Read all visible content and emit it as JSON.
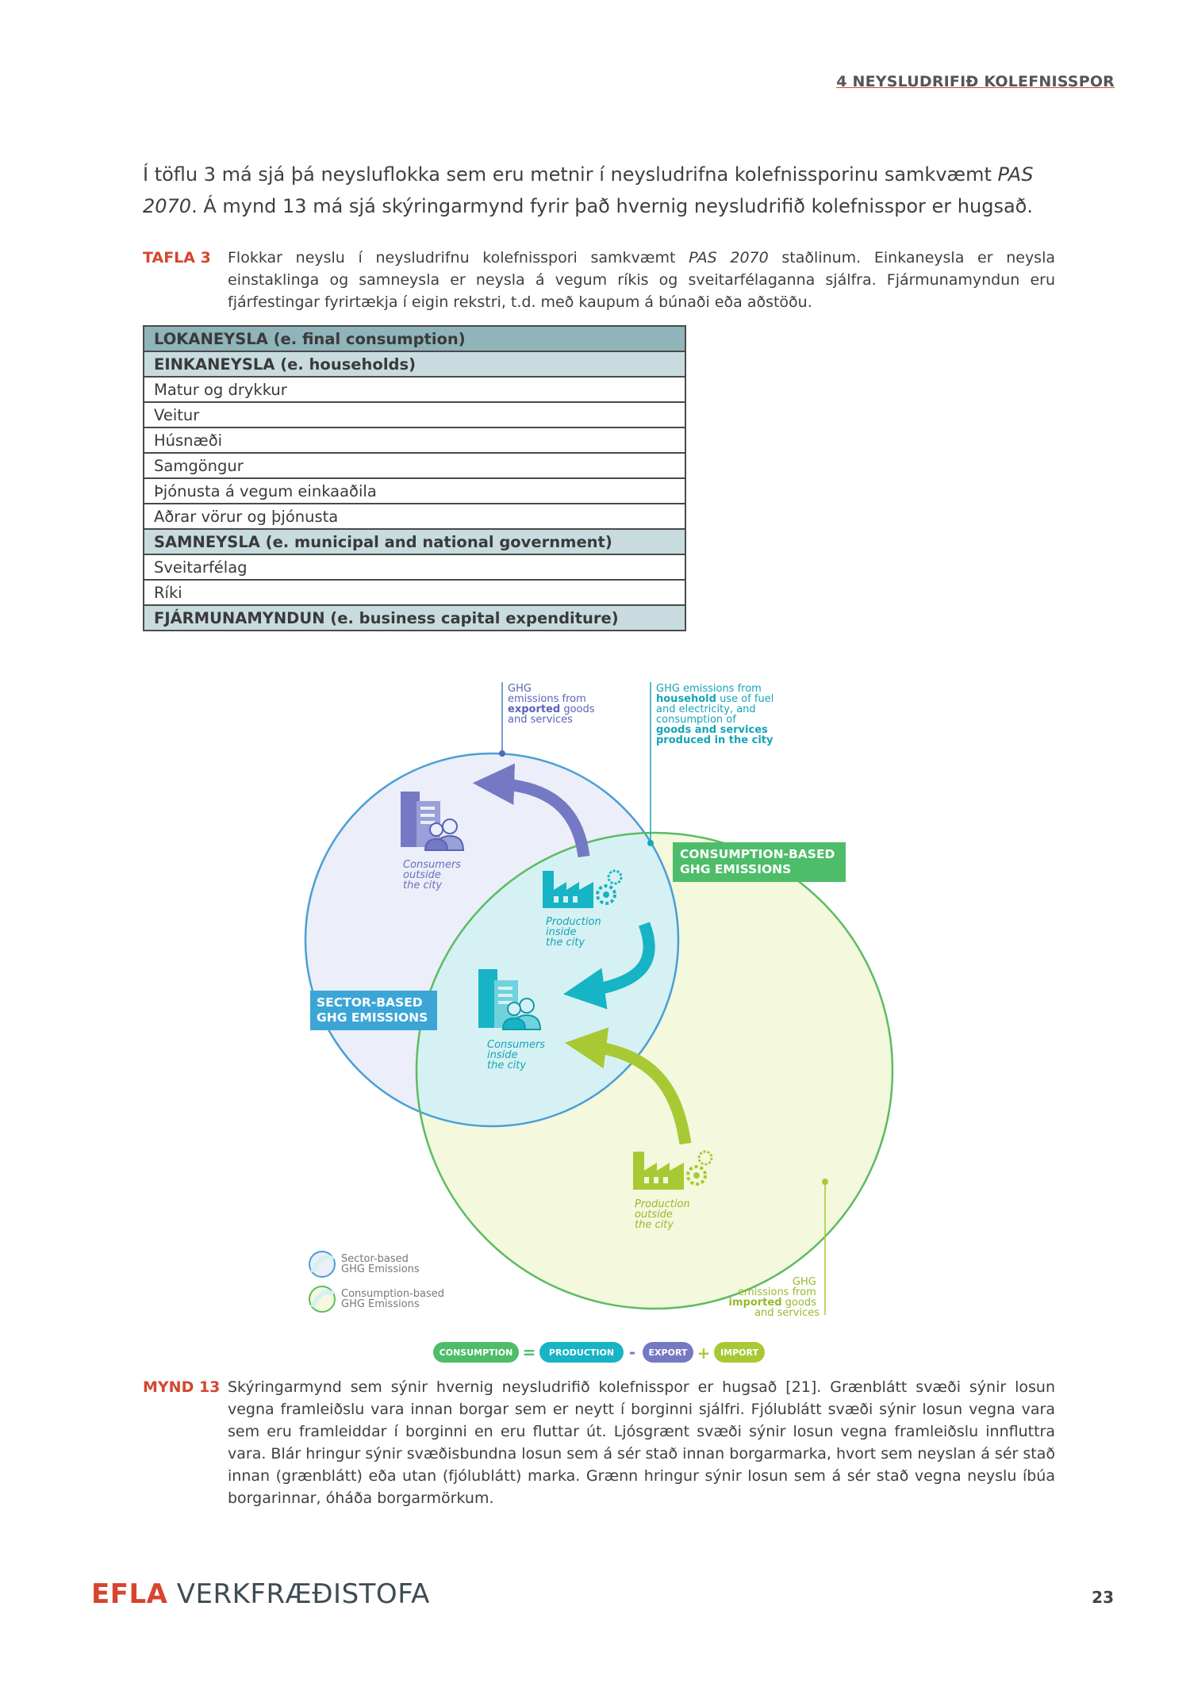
{
  "header": {
    "chapter": "4  NEYSLUDRIFIÐ KOLEFNISSPOR"
  },
  "intro": {
    "part1": "Í töflu 3 má sjá þá neysluflokka sem eru metnir í neysludrifna kolefnissporinu samkvæmt ",
    "em1": "PAS 2070",
    "part2": ". Á mynd 13 má sjá skýringarmynd fyrir það hvernig neysludrifið kolefnisspor er hugsað."
  },
  "table_caption": {
    "label": "TAFLA 3",
    "part1": "Flokkar neyslu í neysludrifnu kolefnisspori samkvæmt ",
    "em": "PAS 2070",
    "part2": " staðlinum. Einkaneysla er neysla einstaklinga og samneysla er neysla á vegum ríkis og sveitarfélaganna sjálfra. Fjármunamyndun eru fjárfestingar fyrirtækja í eigin rekstri, t.d. með kaupum á búnaði eða aðstöðu."
  },
  "table": {
    "rows": [
      {
        "text": "LOKANEYSLA (e. final consumption)"
      },
      {
        "text": "EINKANEYSLA (e. households)"
      },
      {
        "text": "Matur og drykkur"
      },
      {
        "text": "Veitur"
      },
      {
        "text": "Húsnæði"
      },
      {
        "text": "Samgöngur"
      },
      {
        "text": "Þjónusta á vegum einkaaðila"
      },
      {
        "text": "Aðrar vörur og þjónusta"
      },
      {
        "text": "SAMNEYSLA (e. municipal and national government)"
      },
      {
        "text": "Sveitarfélag"
      },
      {
        "text": "Ríki"
      },
      {
        "text": "FJÁRMUNAMYNDUN (e. business capital expenditure)"
      }
    ]
  },
  "figure": {
    "exported": {
      "line1": "GHG",
      "line2": "emissions from",
      "line3a": "exported",
      "line3b": " goods",
      "line4": "and services"
    },
    "household": {
      "line1": "GHG emissions from",
      "line2a": "household",
      "line2b": " use of fuel",
      "line3": "and electricity, and",
      "line4": "consumption of",
      "line5": "goods and services",
      "line6": "produced in the city"
    },
    "consumption_box": {
      "line1": "CONSUMPTION-BASED",
      "line2": "GHG EMISSIONS"
    },
    "sector_box": {
      "line1": "SECTOR-BASED",
      "line2": "GHG EMISSIONS"
    },
    "consumers_outside": {
      "line1": "Consumers",
      "line2": "outside",
      "line3": "the city"
    },
    "production_inside": {
      "line1": "Production",
      "line2": "inside",
      "line3": "the city"
    },
    "consumers_inside": {
      "line1": "Consumers",
      "line2": "inside",
      "line3": "the city"
    },
    "production_outside": {
      "line1": "Production",
      "line2": "outside",
      "line3": "the city"
    },
    "imported": {
      "line1": "GHG",
      "line2": "emissions from",
      "line3a": "imported",
      "line3b": " goods",
      "line4": "and services"
    },
    "legend": {
      "sector": {
        "line1": "Sector-based",
        "line2": "GHG Emissions"
      },
      "consumption": {
        "line1": "Consumption-based",
        "line2": "GHG Emissions"
      }
    },
    "equation": {
      "consumption": "CONSUMPTION",
      "eq": "=",
      "production": "PRODUCTION",
      "minus": "-",
      "export": "EXPORT",
      "plus": "+",
      "import": "IMPORT"
    },
    "colors": {
      "blue_circle": "#4a9fd4",
      "green_circle": "#5dbb63",
      "sector_box": "#3ba6d6",
      "consumption_box": "#4ebd6a",
      "teal": "#16b4c4",
      "purple": "#7579c4",
      "lime": "#a8c934"
    }
  },
  "figure_caption": {
    "label": "MYND 13",
    "text": "Skýringarmynd sem sýnir hvernig neysludrifið kolefnisspor er hugsað [21]. Grænblátt svæði sýnir losun vegna framleiðslu vara innan borgar sem er neytt í borginni sjálfri. Fjólublátt svæði sýnir losun vegna vara sem eru framleiddar í borginni en eru fluttar út. Ljósgrænt svæði sýnir losun vegna framleiðslu innfluttra vara. Blár hringur sýnir svæðisbundna losun sem á sér stað innan borgarmarka, hvort sem neyslan á sér stað innan (grænblátt) eða utan (fjólublátt) marka. Grænn hringur sýnir losun sem á sér stað vegna neyslu íbúa borgarinnar, óháða borgarmörkum."
  },
  "footer": {
    "brand": "EFLA",
    "sub": " VERKFRÆÐISTOFA",
    "page": "23"
  }
}
